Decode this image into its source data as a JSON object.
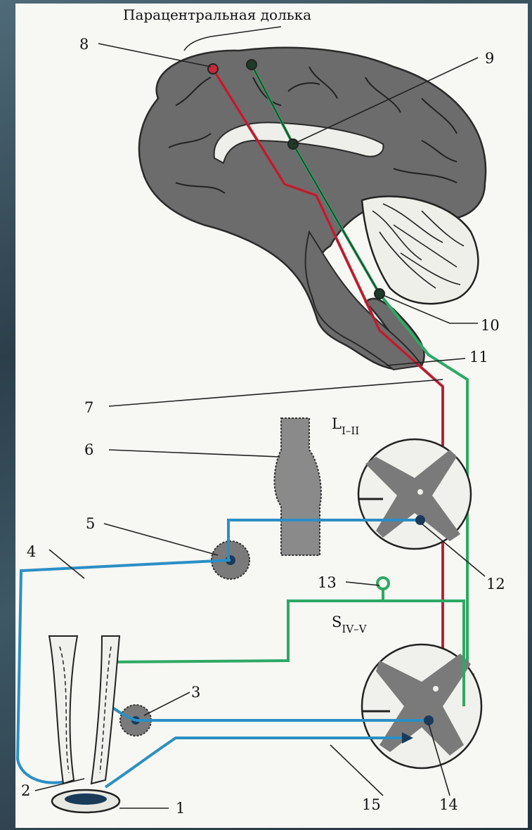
{
  "title": "Парацентральная долька",
  "labels": {
    "l1": "1",
    "l2": "2",
    "l3": "3",
    "l4": "4",
    "l5": "5",
    "l6": "6",
    "l7": "7",
    "l8": "8",
    "l9": "9",
    "l10": "10",
    "l11": "11",
    "l12": "12",
    "l13": "13",
    "l14": "14",
    "l15": "15"
  },
  "segments": {
    "lumbar": "L",
    "lumbar_sub": "I–II",
    "sacral": "S",
    "sacral_sub": "IV–V"
  },
  "colors": {
    "red": "#c8283a",
    "green": "#2ea864",
    "blue": "#2a8fc4",
    "gray": "#6c6c6c"
  }
}
